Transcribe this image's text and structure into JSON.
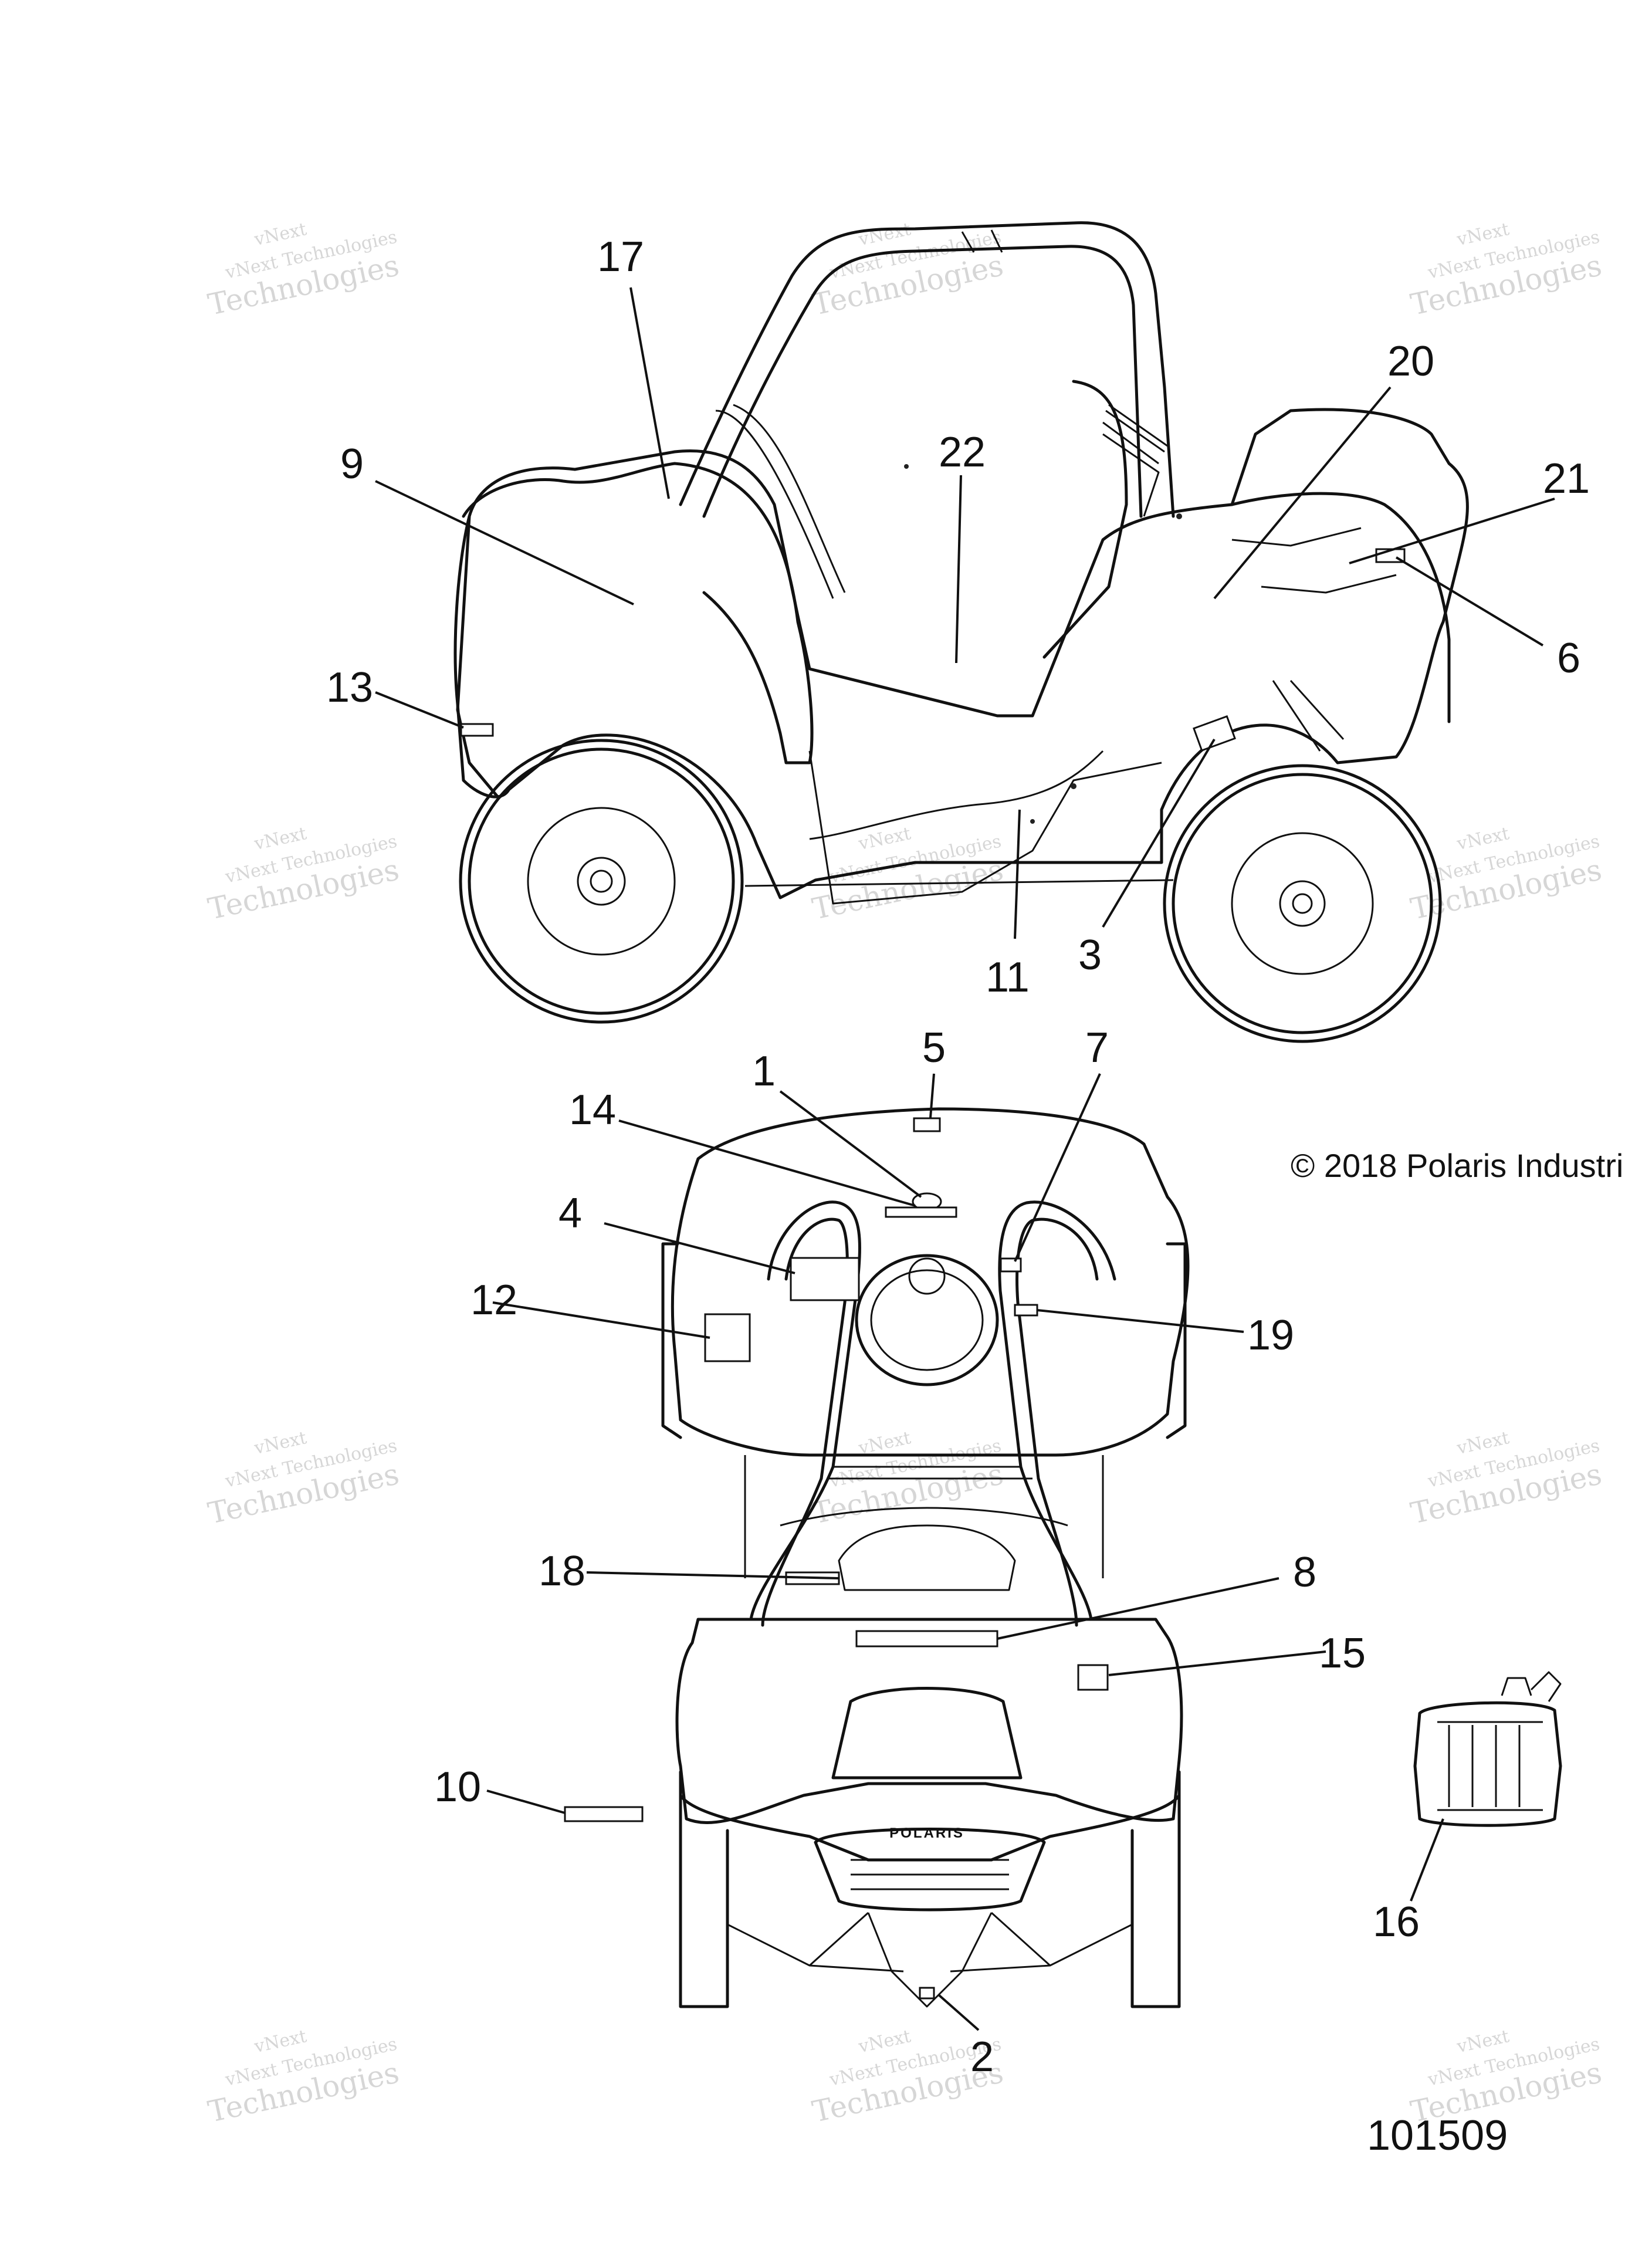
{
  "watermark": {
    "line1": "vNext",
    "line2": "vNext Technologies",
    "line3": "Technologies"
  },
  "copyright": "© 2018 Polaris Industri",
  "figure_number": "101509",
  "brand_badge": "POLARIS",
  "callouts": [
    {
      "id": "1",
      "label": "1"
    },
    {
      "id": "2",
      "label": "2"
    },
    {
      "id": "3",
      "label": "3"
    },
    {
      "id": "4",
      "label": "4"
    },
    {
      "id": "5",
      "label": "5"
    },
    {
      "id": "6",
      "label": "6"
    },
    {
      "id": "7",
      "label": "7"
    },
    {
      "id": "8",
      "label": "8"
    },
    {
      "id": "9",
      "label": "9"
    },
    {
      "id": "10",
      "label": "10"
    },
    {
      "id": "11",
      "label": "11"
    },
    {
      "id": "12",
      "label": "12"
    },
    {
      "id": "13",
      "label": "13"
    },
    {
      "id": "14",
      "label": "14"
    },
    {
      "id": "15",
      "label": "15"
    },
    {
      "id": "16",
      "label": "16"
    },
    {
      "id": "17",
      "label": "17"
    },
    {
      "id": "18",
      "label": "18"
    },
    {
      "id": "19",
      "label": "19"
    },
    {
      "id": "20",
      "label": "20"
    },
    {
      "id": "21",
      "label": "21"
    },
    {
      "id": "22",
      "label": "22"
    }
  ]
}
